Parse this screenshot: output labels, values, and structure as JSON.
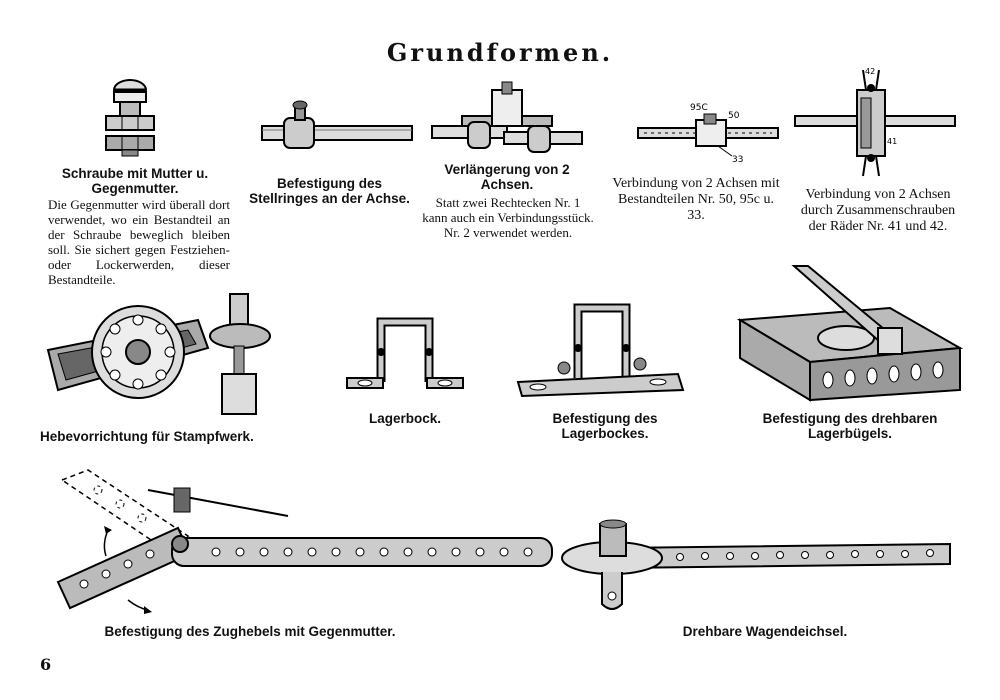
{
  "page": {
    "title": "Grundformen.",
    "page_number": "6"
  },
  "figures": [
    {
      "caption": "Schraube mit Mutter u. Gegenmutter.",
      "text": "Die Gegenmutter wird überall dort verwendet, wo ein Bestandteil an der Schraube beweglich bleiben soll. Sie sichert gegen Festziehen- oder Lockerwerden, dieser Bestandteile."
    },
    {
      "caption": "Befestigung des Stellringes an der Achse."
    },
    {
      "caption": "Verlängerung von 2 Achsen.",
      "text": "Statt zwei Rechtecken Nr. 1 kann auch ein Verbindungsstück. Nr. 2 verwendet werden."
    },
    {
      "text": "Verbindung von 2 Achsen mit Bestandteilen Nr. 50, 95c u. 33.",
      "labels": [
        "95C",
        "50",
        "33"
      ]
    },
    {
      "text": "Verbindung von 2 Achsen durch Zusammenschrauben der Räder Nr. 41 und 42.",
      "labels": [
        "42",
        "41"
      ]
    },
    {
      "caption": "Hebevorrichtung für Stampfwerk."
    },
    {
      "caption": "Lagerbock."
    },
    {
      "caption": "Befestigung des Lagerbockes."
    },
    {
      "caption": "Befestigung des drehbaren Lagerbügels."
    },
    {
      "caption": "Befestigung des Zughebels mit Gegenmutter."
    },
    {
      "caption": "Drehbare Wagendeichsel."
    }
  ]
}
